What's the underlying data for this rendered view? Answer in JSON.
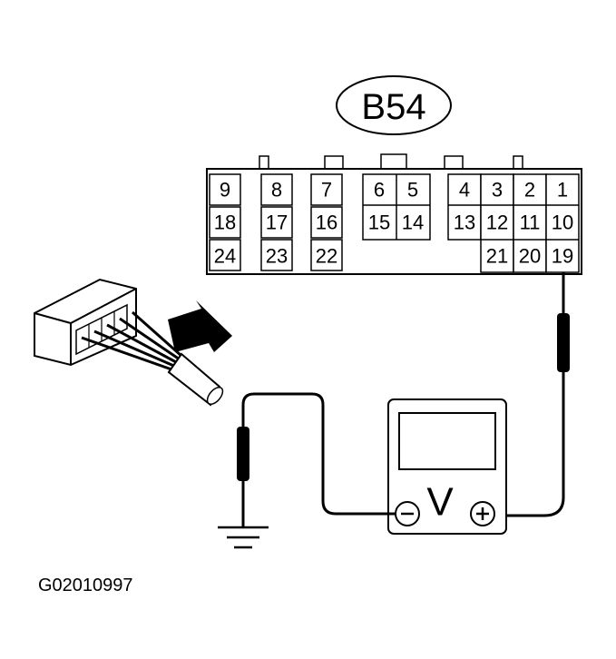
{
  "connector": {
    "label": "B54",
    "pins": {
      "p1": "1",
      "p2": "2",
      "p3": "3",
      "p4": "4",
      "p5": "5",
      "p6": "6",
      "p7": "7",
      "p8": "8",
      "p9": "9",
      "p10": "10",
      "p11": "11",
      "p12": "12",
      "p13": "13",
      "p14": "14",
      "p15": "15",
      "p16": "16",
      "p17": "17",
      "p18": "18",
      "p19": "19",
      "p20": "20",
      "p21": "21",
      "p22": "22",
      "p23": "23",
      "p24": "24"
    }
  },
  "meter": {
    "symbol": "V",
    "negative": "⊖",
    "positive": "⊕"
  },
  "figure_id": "G02010997"
}
